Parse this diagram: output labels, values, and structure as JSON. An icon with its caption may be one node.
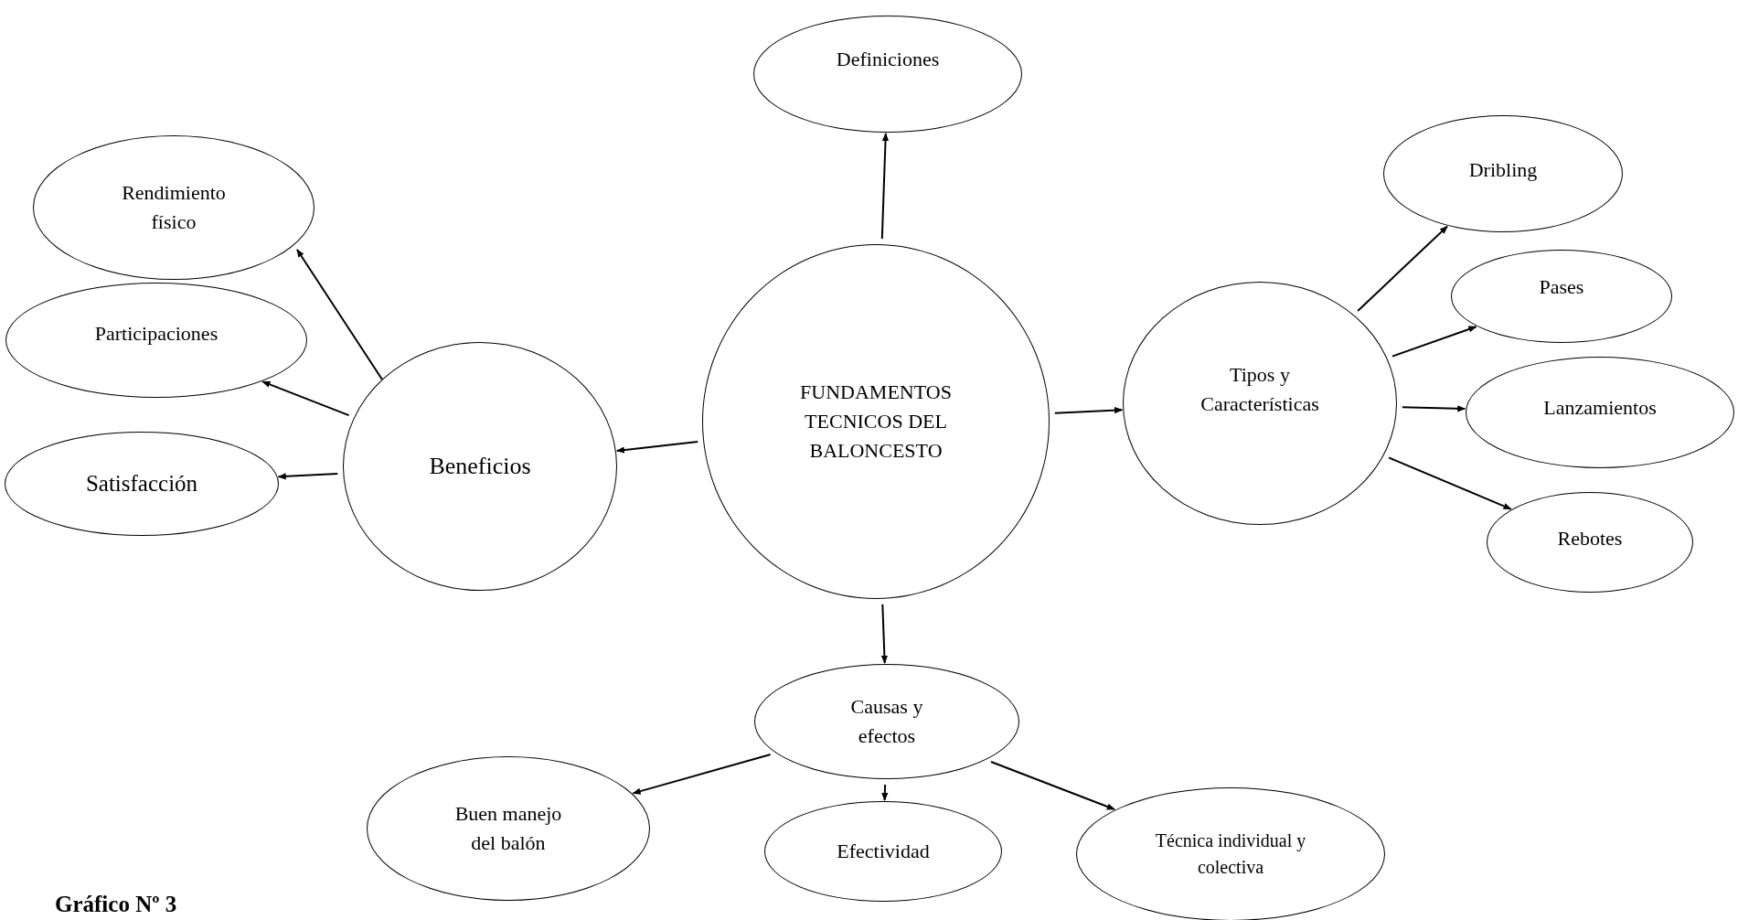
{
  "diagram": {
    "caption": "Gráfico Nº 3",
    "nodes": [
      {
        "text": [
          "Definiciones"
        ]
      },
      {
        "text": [
          "Rendimiento físico"
        ]
      },
      {
        "text": [
          "Participaciones"
        ]
      },
      {
        "text": [
          "Satisfacción"
        ]
      },
      {
        "text": [
          "Beneficios"
        ]
      },
      {
        "text": [
          "FUNDAMENTOS TECNICOS DEL BALONCESTO"
        ]
      },
      {
        "text": [
          "Tipos y Características"
        ]
      },
      {
        "text": [
          "Dribling"
        ]
      },
      {
        "text": [
          "Pases"
        ]
      },
      {
        "text": [
          "Lanzamientos"
        ]
      },
      {
        "text": [
          "Rebotes"
        ]
      },
      {
        "text": [
          "Causas y efectos"
        ]
      },
      {
        "text": [
          "Buen manejo del balón"
        ]
      },
      {
        "text": [
          "Efectividad"
        ]
      },
      {
        "text": [
          "Técnica individual y colectiva"
        ]
      }
    ],
    "edges": [
      {
        "from": 5,
        "to": 0,
        "arrow": "to"
      },
      {
        "from": 4,
        "to": 1,
        "arrow": "to"
      },
      {
        "from": 4,
        "to": 2,
        "arrow": "to"
      },
      {
        "from": 4,
        "to": 3,
        "arrow": "to"
      },
      {
        "from": 5,
        "to": 4,
        "arrow": "to"
      },
      {
        "from": 5,
        "to": 6,
        "arrow": "to"
      },
      {
        "from": 6,
        "to": 7,
        "arrow": "to"
      },
      {
        "from": 6,
        "to": 8,
        "arrow": "to"
      },
      {
        "from": 6,
        "to": 9,
        "arrow": "to"
      },
      {
        "from": 6,
        "to": 10,
        "arrow": "to"
      },
      {
        "from": 5,
        "to": 11,
        "arrow": "to"
      },
      {
        "from": 11,
        "to": 12,
        "arrow": "to"
      },
      {
        "from": 11,
        "to": 13,
        "arrow": "to"
      },
      {
        "from": 11,
        "to": 14,
        "arrow": "to"
      }
    ]
  }
}
